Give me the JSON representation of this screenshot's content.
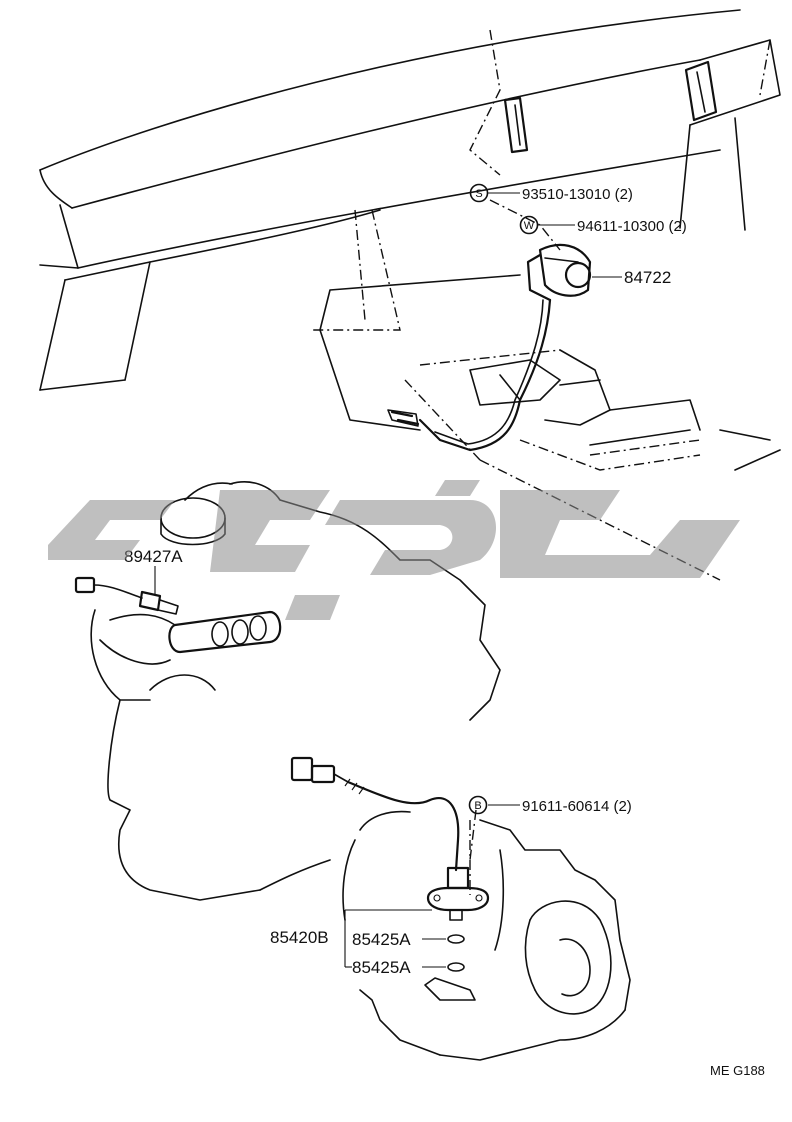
{
  "parts": {
    "bolt_s": {
      "symbol": "S",
      "number": "93510-13010 (2)"
    },
    "bolt_w": {
      "symbol": "W",
      "number": "94611-10300 (2)"
    },
    "meter_unit": {
      "number": "84722"
    },
    "sensor_upper": {
      "number": "89427A"
    },
    "bolt_b": {
      "symbol": "B",
      "number": "91611-60614 (2)"
    },
    "sensor_assy": {
      "number": "85420B"
    },
    "oring_1": {
      "number": "85425A"
    },
    "oring_2": {
      "number": "85425A"
    }
  },
  "figure_code": "ME G188"
}
